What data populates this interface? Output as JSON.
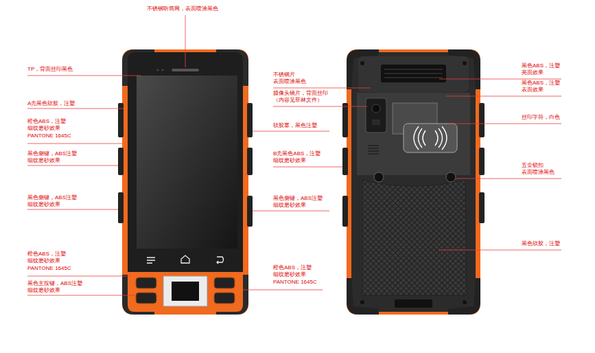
{
  "diagram": {
    "labels": [
      "不锈钢听筒网，表面喷涂黑色",
      "TP，背面丝印黑色",
      "A壳黑色软胶，注塑",
      "橙色ABS，注塑 细纹磨砂效果 PANTONE 1645C",
      "黑色侧键，ABS注塑 细纹磨砂效果",
      "黑色侧键，ABS注塑 细纹磨砂效果",
      "橙色ABS，注塑 细纹磨砂效果 PANTONE 1645C",
      "黑色主按键，ABS注塑 细纹磨砂效果",
      "不锈钢片 表面喷涂黑色",
      "摄像头镜片，背面丝印 （内容见菲林文件）",
      "软胶塞，黑色注塑",
      "B壳黑色ABS，注塑 细纹磨砂效果",
      "黑色侧键，ABS注塑 细纹磨砂效果",
      "橙色ABS，注塑 细纹磨砂效果 PANTONE 1645C",
      "黑色ABS，注塑 亮面效果",
      "黑色ABS，注塑 表面效果",
      "丝印字符，白色",
      "五金锁扣 表面喷涂黑色",
      "黑色软胶，注塑"
    ]
  }
}
